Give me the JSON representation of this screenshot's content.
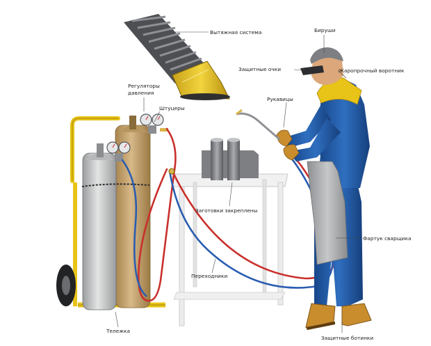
{
  "labels": {
    "exhaust": "Вытяжная система",
    "cap": "Бируши",
    "goggles": "Защитные очки",
    "collar": "Жаропрочный воротник",
    "regulators_l1": "Регуляторы",
    "regulators_l2": "давления",
    "fittings": "Штуцеры",
    "gloves": "Рукавицы",
    "workpieces": "Заготовки закреплены",
    "apron": "Фартук сварщика",
    "adapters": "Переходники",
    "cart": "Тележка",
    "boots": "Защитные ботинки"
  },
  "colors": {
    "oxygen_cylinder": "#c9cbcb",
    "gas_cylinder": "#c9a776",
    "cart": "#e8c318",
    "suit": "#1f5ba8",
    "apron": "#a8a9ab",
    "boots": "#c98d2e",
    "red_hose": "#c9302c",
    "blue_hose": "#2a5db0",
    "leader": "#444444"
  }
}
